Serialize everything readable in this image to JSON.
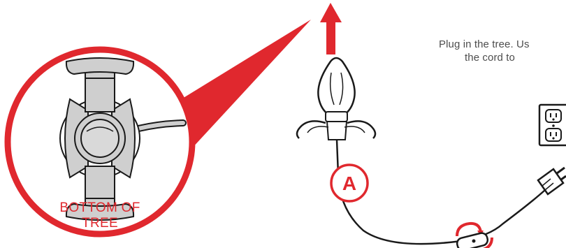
{
  "instruction": {
    "line1": "Plug in the tree. Us",
    "line2": "the cord to"
  },
  "detail_callout": {
    "label_line1": "BOTTOM OF",
    "label_line2": "TREE"
  },
  "marker": {
    "letter": "A"
  },
  "colors": {
    "accent_red": "#e0282e",
    "line_dark": "#1a1a1a",
    "part_gray": "#cfcfcf",
    "cord_gray": "#9a9a9a",
    "text_gray": "#4d4d4d"
  },
  "icons": [
    "up-arrow-icon",
    "rotate-arrows-icon",
    "outlet-icon",
    "plug-icon",
    "bulb-icon"
  ]
}
